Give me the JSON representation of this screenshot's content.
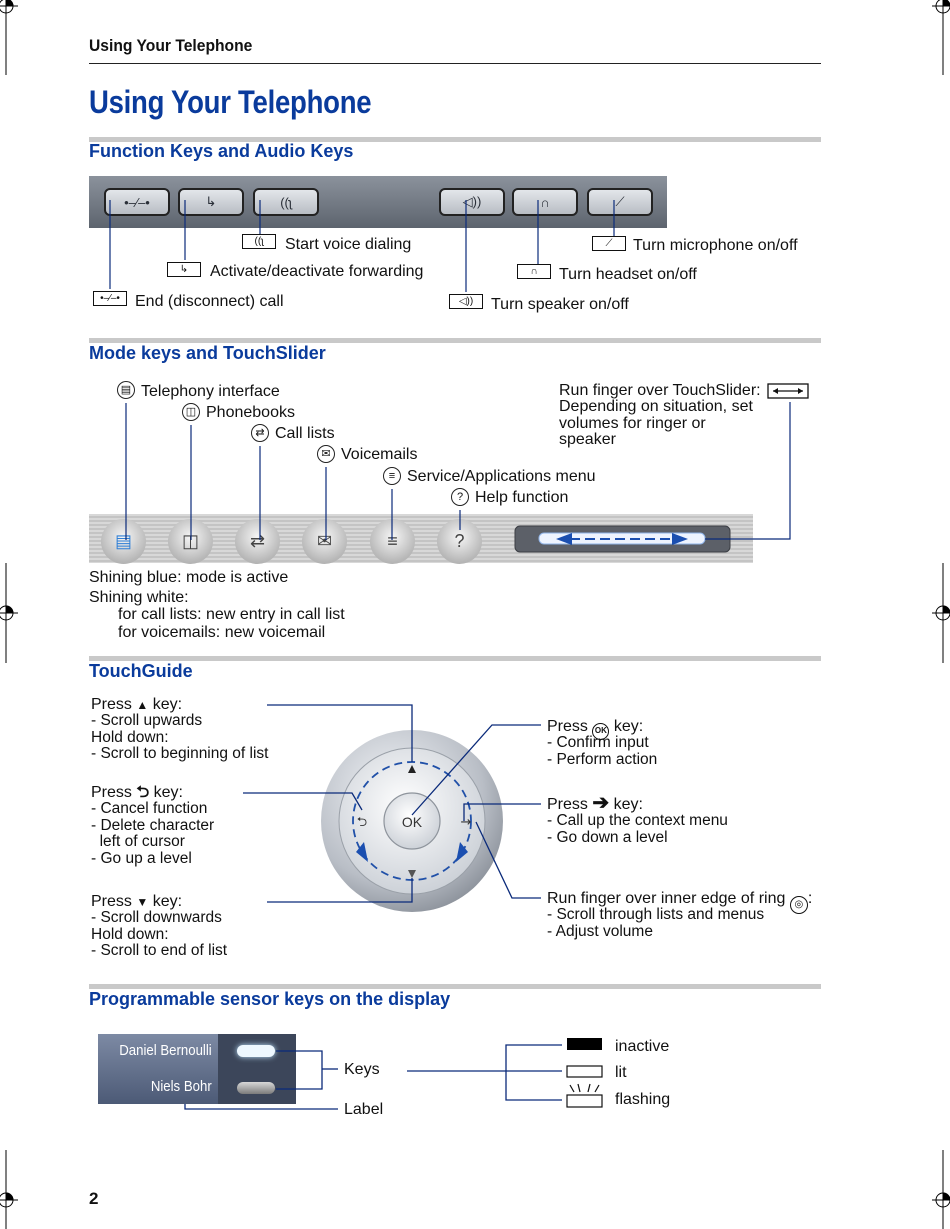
{
  "header": {
    "running_title": "Using Your Telephone",
    "page_title": "Using Your Telephone",
    "page_number": "2"
  },
  "function_keys": {
    "heading": "Function Keys and Audio Keys",
    "labels": {
      "voice_dialing": "Start voice dialing",
      "forwarding": "Activate/deactivate forwarding",
      "end_call": "End (disconnect) call",
      "microphone": "Turn microphone on/off",
      "headset": "Turn headset on/off",
      "speaker": "Turn speaker on/off"
    },
    "icons": [
      "end-call-icon",
      "forwarding-icon",
      "voice-dialing-icon",
      "speaker-icon",
      "headset-icon",
      "microphone-icon"
    ]
  },
  "mode_keys": {
    "heading": "Mode keys and TouchSlider",
    "labels": {
      "telephony": "Telephony interface",
      "phonebooks": "Phonebooks",
      "call_lists": "Call lists",
      "voicemails": "Voicemails",
      "service": "Service/Applications menu",
      "help": "Help function"
    },
    "slider_note_line1": "Run finger over TouchSlider:",
    "slider_note_rest": "Depending on situation, set\nvolumes for ringer or\nspeaker",
    "status": {
      "blue": "Shining blue: mode is active",
      "white": "Shining white:",
      "call_lists": "for call lists: new entry in call list",
      "voicemails": "for voicemails: new voicemail"
    },
    "help_glyph": "?"
  },
  "touchguide": {
    "heading": "TouchGuide",
    "up": {
      "press": "Press",
      "key": "key:",
      "desc": "- Scroll upwards\nHold down:\n- Scroll to beginning of list"
    },
    "back": {
      "press": "Press",
      "key": "key:",
      "desc": "- Cancel function\n- Delete character\n  left of cursor\n- Go up a level"
    },
    "down": {
      "press": "Press",
      "key": "key:",
      "desc": "- Scroll downwards\nHold down:\n- Scroll to end of list"
    },
    "ok": {
      "press": "Press",
      "key": "key:",
      "desc": "- Confirm input\n- Perform action"
    },
    "right": {
      "press": "Press",
      "key": "key:",
      "desc": "- Call up the context menu\n- Go down a level"
    },
    "ring": {
      "text": "Run finger over inner edge of ring",
      "suffix": ":",
      "desc": "- Scroll through lists and menus\n- Adjust volume"
    },
    "ok_glyph": "OK",
    "ok_badge": "OK"
  },
  "sensor_keys": {
    "heading": "Programmable sensor keys on the display",
    "names": [
      "Daniel Bernoulli",
      "Niels Bohr"
    ],
    "keys_label": "Keys",
    "label_label": "Label",
    "states": [
      "inactive",
      "lit",
      "flashing"
    ]
  },
  "colors": {
    "heading_blue": "#0a3b9c",
    "line_blue": "#0a2a7a",
    "rule_grey": "#c9c9c9"
  }
}
